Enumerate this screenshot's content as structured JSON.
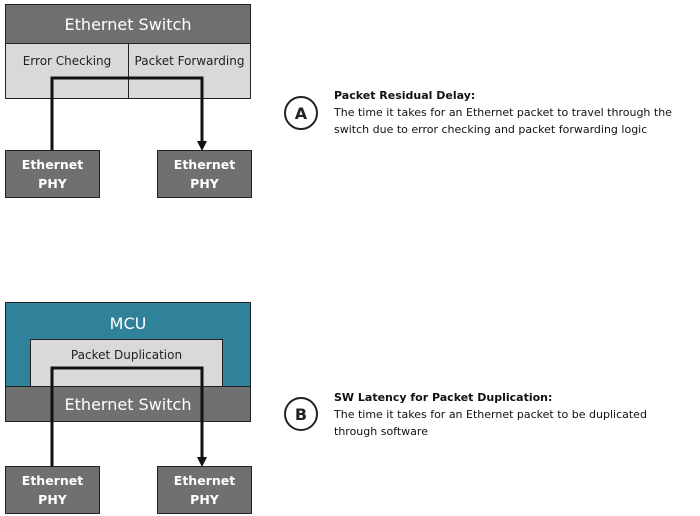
{
  "section_a": {
    "switch_title": "Ethernet Switch",
    "error_checking": "Error Checking",
    "packet_forwarding": "Packet Forwarding",
    "phy_left": [
      "Ethernet",
      "PHY"
    ],
    "phy_right": [
      "Ethernet",
      "PHY"
    ],
    "marker": "A",
    "desc_title": "Packet Residual Delay:",
    "desc_line1": "The time it takes for an Ethernet packet to travel through the",
    "desc_line2": "switch due to error checking and packet forwarding logic"
  },
  "section_b": {
    "mcu_title": "MCU",
    "packet_duplication": "Packet Duplication",
    "switch_title": "Ethernet Switch",
    "phy_left": [
      "Ethernet",
      "PHY"
    ],
    "phy_right": [
      "Ethernet",
      "PHY"
    ],
    "marker": "B",
    "desc_title": "SW Latency for Packet Duplication:",
    "desc_line1": "The time it takes for an Ethernet packet to be duplicated",
    "desc_line2": "through software"
  },
  "colors": {
    "switch_gray": "#707070",
    "block_light": "#d9d9d9",
    "mcu_teal": "#2f8299",
    "line": "#111111"
  }
}
